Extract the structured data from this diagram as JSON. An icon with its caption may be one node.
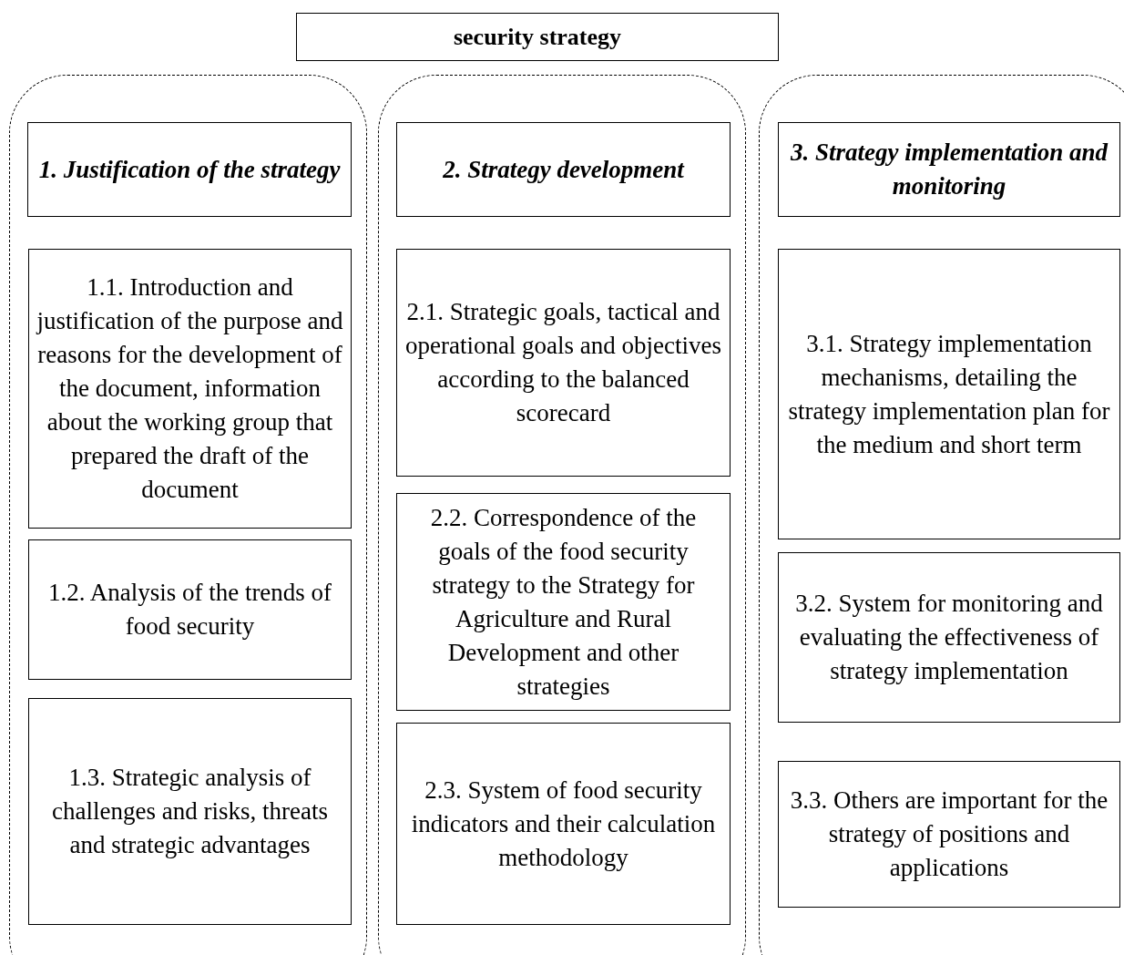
{
  "diagram": {
    "title": "security strategy",
    "nodes": [
      {
        "text": [],
        "shape": "box"
      },
      {
        "text": [
          "1. Justification of the strategy"
        ],
        "in": 0
      },
      {
        "text": [
          "1.1. Introduction and justification of the purpose and reasons for the development of the document, information about the working group that prepared the draft of the document"
        ],
        "in": 0
      },
      {
        "text": [
          "1.2. Analysis of the trends of food security"
        ],
        "in": 0
      },
      {
        "text": [
          "1.3. Strategic analysis of challenges and risks, threats and strategic advantages"
        ],
        "in": 0
      },
      {
        "text": [],
        "shape": "box"
      },
      {
        "text": [
          "2. Strategy development"
        ],
        "in": 5
      },
      {
        "text": [
          "2.1. Strategic goals, tactical and operational goals and objectives according to the balanced scorecard"
        ],
        "in": 5
      },
      {
        "text": [
          "2.2. Correspondence of the goals of the food security strategy to the Strategy for Agriculture and Rural Development and other strategies"
        ],
        "in": 5
      },
      {
        "text": [
          "2.3. System of food security indicators and their calculation methodology"
        ],
        "in": 5
      },
      {
        "text": [],
        "shape": "box"
      },
      {
        "text": [
          "3. Strategy implementation and monitoring"
        ],
        "in": 10
      },
      {
        "text": [
          "3.1. Strategy implementation mechanisms, detailing the strategy implementation plan for the medium and short term"
        ],
        "in": 10
      },
      {
        "text": [
          "3.2. System for monitoring and evaluating the effectiveness of strategy implementation"
        ],
        "in": 10
      },
      {
        "text": [
          "3.3. Others are important for the strategy of positions and applications"
        ],
        "in": 10
      }
    ]
  }
}
